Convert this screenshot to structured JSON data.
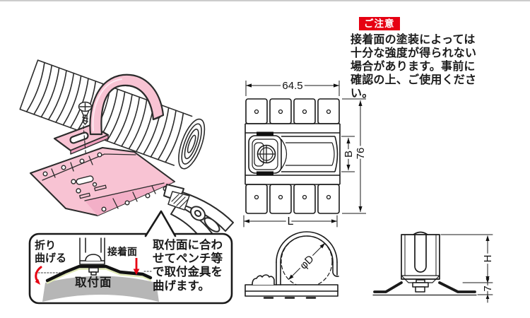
{
  "notice": {
    "badge": "ご注意",
    "body": "接着面の塗装によっては\n十分な強度が得られない\n場合があります。事前に\n確認の上、ご使用ください。"
  },
  "callout": {
    "fold_label": "折り\n曲げる",
    "adhesive_label": "接着面",
    "mount_label": "取付面",
    "instruction": "取付面に合わ\nせてペンチ等\nで取付金具を\n曲げます。"
  },
  "dimensions": {
    "top_width": "64.5",
    "outer_height": "76",
    "inner_height": "B",
    "length": "L",
    "diameter": "φD",
    "height": "H",
    "base_height": "7"
  },
  "colors": {
    "accent_red": "#e60012",
    "bracket_pink": "#f8c3d3",
    "bracket_pink_shade": "#ef9fbd",
    "surface_gray": "#b6b6b6",
    "adhesive_yellow": "#e0e9b4",
    "line_dark": "#1a1a1a"
  }
}
